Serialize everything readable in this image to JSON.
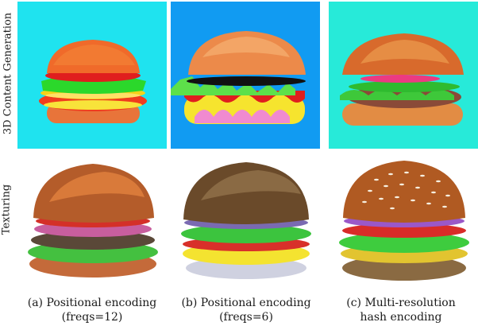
{
  "row_labels": {
    "top": "3D Content Generation",
    "bottom": "Texturing"
  },
  "captions": [
    {
      "line1": "(a) Positional encoding",
      "line2": "(freqs=12)"
    },
    {
      "line1": "(b) Positional encoding",
      "line2": "(freqs=6)"
    },
    {
      "line1": "(c) Multi-resolution",
      "line2": "hash encoding"
    }
  ],
  "colors": {
    "bg_a": "#1fe3ef",
    "bg_b": "#119bf2",
    "bg_c": "#27ead9",
    "bun": "#e6843a",
    "lettuce": "#2fd62f",
    "cheese": "#f5e22a",
    "tomato": "#e22a26",
    "patty": "#6a3d2a",
    "onion": "#b07ad8"
  },
  "icons": [
    "burger-a-generation",
    "burger-b-generation",
    "burger-c-generation",
    "burger-a-texturing",
    "burger-b-texturing",
    "burger-c-texturing"
  ]
}
